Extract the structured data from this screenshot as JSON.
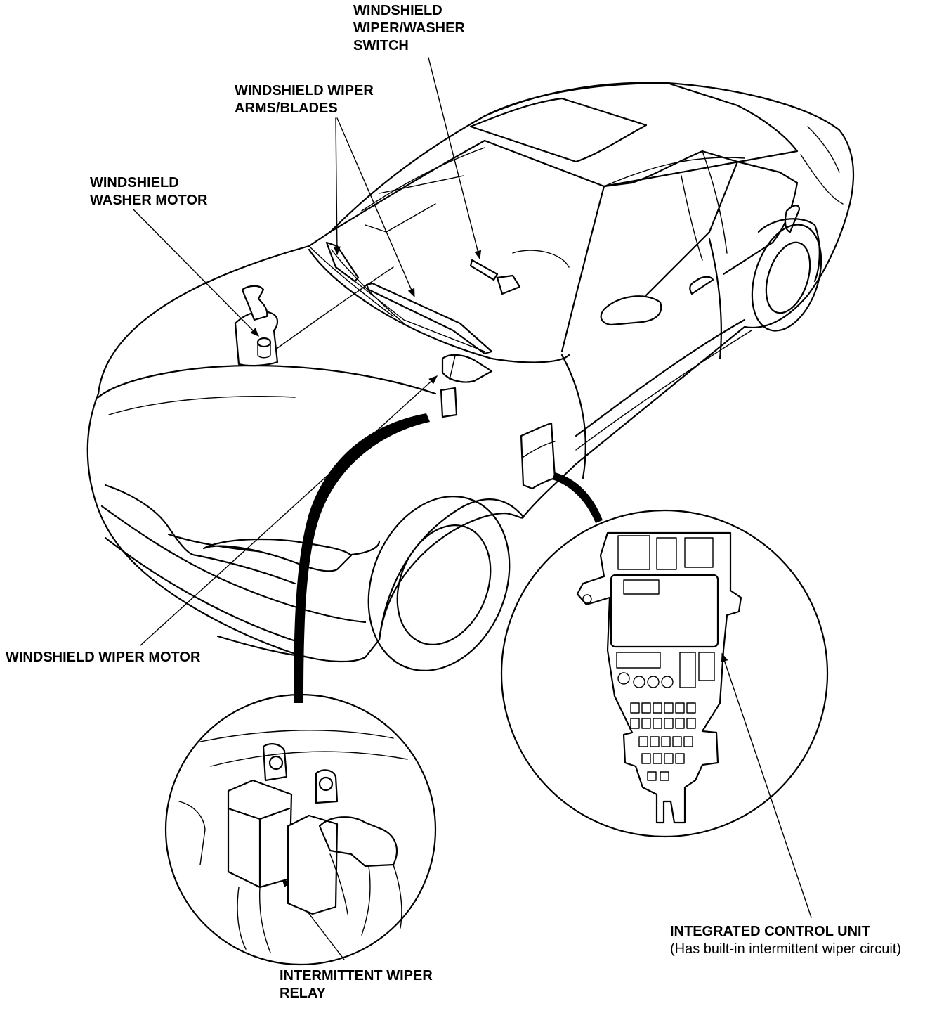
{
  "labels": {
    "switch": [
      "WINDSHIELD",
      "WIPER/WASHER",
      "SWITCH"
    ],
    "arms": [
      "WINDSHIELD WIPER",
      "ARMS/BLADES"
    ],
    "washer_motor": [
      "WINDSHIELD",
      "WASHER MOTOR"
    ],
    "wiper_motor": [
      "WINDSHIELD WIPER MOTOR"
    ],
    "control_unit": [
      "INTEGRATED CONTROL UNIT"
    ],
    "control_unit_note": "(Has built-in intermittent wiper circuit)",
    "relay": [
      "INTERMITTENT WIPER",
      "RELAY"
    ]
  }
}
